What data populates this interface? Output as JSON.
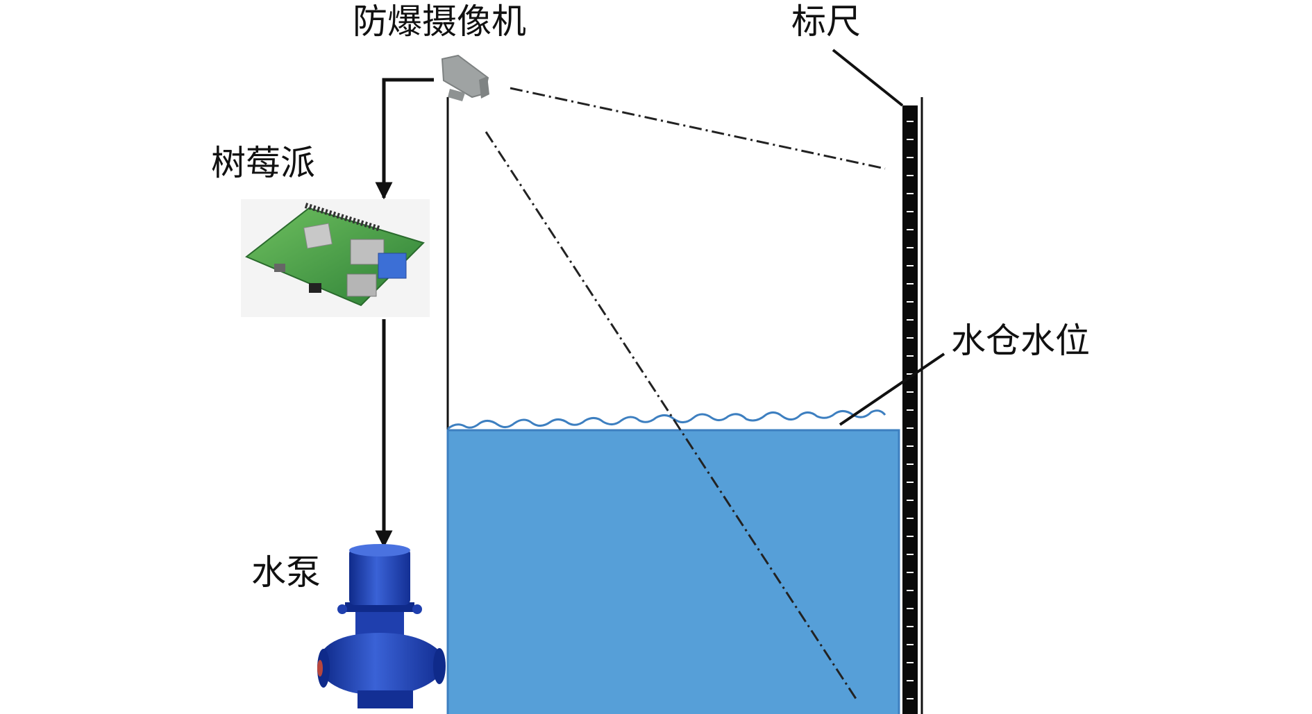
{
  "labels": {
    "camera": "防爆摄像机",
    "scale_ruler": "标尺",
    "raspberry_pi": "树莓派",
    "water_level": "水仓水位",
    "water_pump": "水泵"
  },
  "colors": {
    "water": "#569fd8",
    "water_edge": "#3d7fc0",
    "ruler": "#0a0a0a",
    "board": "#3f9a44",
    "pump": "#1f3fae",
    "camera": "#9fa3a3"
  },
  "icons": {
    "camera": "explosion-proof-camera-icon",
    "raspberry_pi": "raspberry-pi-board-icon",
    "pump": "water-pump-icon"
  }
}
